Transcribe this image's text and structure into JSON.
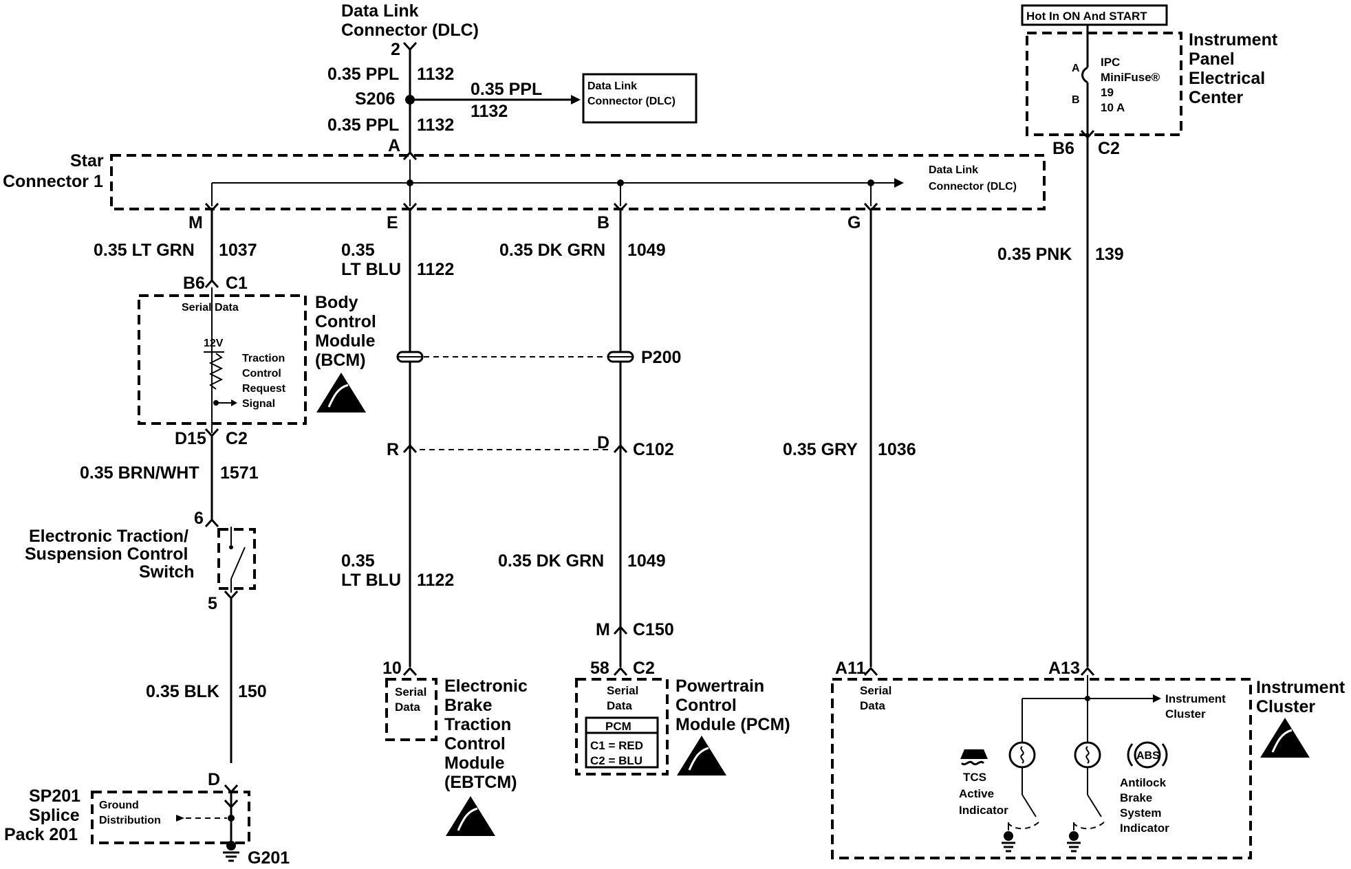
{
  "dlc_top": {
    "title_line1": "Data Link",
    "title_line2": "Connector (DLC)",
    "pin": "2"
  },
  "wire_1132_top": {
    "label": "0.35 PPL",
    "circuit": "1132"
  },
  "splice_s206": {
    "label": "S206"
  },
  "branch_dlc": {
    "wire": "0.35 PPL",
    "circuit": "1132",
    "box_line1": "Data Link",
    "box_line2": "Connector (DLC)"
  },
  "wire_1132_bottom": {
    "label": "0.35 PPL",
    "circuit": "1132"
  },
  "star_connector": {
    "line1": "Star",
    "line2": "Connector 1",
    "pin_a": "A",
    "pin_m": "M",
    "pin_e": "E",
    "pin_b": "B",
    "pin_g": "G",
    "dlc_line1": "Data Link",
    "dlc_line2": "Connector (DLC)"
  },
  "fuse_block": {
    "hot_label": "Hot In ON And START",
    "fuse_line1": "IPC",
    "fuse_line2": "MiniFuse®",
    "fuse_line3": "19",
    "fuse_line4": "10 A",
    "pin_a": "A",
    "pin_b": "B",
    "name_line1": "Instrument",
    "name_line2": "Panel",
    "name_line3": "Electrical",
    "name_line4": "Center",
    "out_pin": "B6",
    "out_conn": "C2"
  },
  "wire_1037": {
    "label": "0.35 LT GRN",
    "circuit": "1037"
  },
  "wire_1122_a": {
    "label_line1": "0.35",
    "label_line2": "LT BLU",
    "circuit": "1122"
  },
  "wire_1049_a": {
    "label": "0.35 DK GRN",
    "circuit": "1049"
  },
  "wire_139": {
    "label": "0.35 PNK",
    "circuit": "139"
  },
  "bcm": {
    "pin_top": "B6",
    "conn_top": "C1",
    "serial": "Serial Data",
    "v12": "12V",
    "sig_line1": "Traction",
    "sig_line2": "Control",
    "sig_line3": "Request",
    "sig_line4": "Signal",
    "name_line1": "Body",
    "name_line2": "Control",
    "name_line3": "Module",
    "name_line4": "(BCM)",
    "pin_bottom": "D15",
    "conn_bottom": "C2"
  },
  "p200": {
    "label": "P200"
  },
  "c102": {
    "pin_r": "R",
    "pin_d": "D",
    "label": "C102"
  },
  "wire_1036": {
    "label": "0.35 GRY",
    "circuit": "1036"
  },
  "wire_1571": {
    "label": "0.35 BRN/WHT",
    "circuit": "1571"
  },
  "switch": {
    "pin_top": "6",
    "pin_bottom": "5",
    "line1": "Electronic Traction/",
    "line2": "Suspension Control",
    "line3": "Switch"
  },
  "wire_1122_b": {
    "label_line1": "0.35",
    "label_line2": "LT BLU",
    "circuit": "1122"
  },
  "wire_1049_b": {
    "label": "0.35 DK GRN",
    "circuit": "1049"
  },
  "c150": {
    "pin": "M",
    "label": "C150"
  },
  "wire_150": {
    "label": "0.35 BLK",
    "circuit": "150"
  },
  "ebtcm": {
    "pin": "10",
    "serial_line1": "Serial",
    "serial_line2": "Data",
    "name_line1": "Electronic",
    "name_line2": "Brake",
    "name_line3": "Traction",
    "name_line4": "Control",
    "name_line5": "Module",
    "name_line6": "(EBTCM)"
  },
  "pcm": {
    "pin": "58",
    "conn": "C2",
    "serial_line1": "Serial",
    "serial_line2": "Data",
    "box_title": "PCM",
    "c1": "C1 = RED",
    "c2": "C2 = BLU",
    "name_line1": "Powertrain",
    "name_line2": "Control",
    "name_line3": "Module (PCM)"
  },
  "cluster": {
    "pin_serial": "A11",
    "pin_power": "A13",
    "serial_line1": "Serial",
    "serial_line2": "Data",
    "arrow_line1": "Instrument",
    "arrow_line2": "Cluster",
    "name_line1": "Instrument",
    "name_line2": "Cluster",
    "tcs_line1": "TCS",
    "tcs_line2": "Active",
    "tcs_line3": "Indicator",
    "abs_symbol": "ABS",
    "abs_line1": "Antilock",
    "abs_line2": "Brake",
    "abs_line3": "System",
    "abs_line4": "Indicator"
  },
  "ground": {
    "pin": "D",
    "line1": "SP201",
    "line2": "Splice",
    "line3": "Pack 201",
    "box_line1": "Ground",
    "box_line2": "Distribution",
    "g_label": "G201"
  }
}
